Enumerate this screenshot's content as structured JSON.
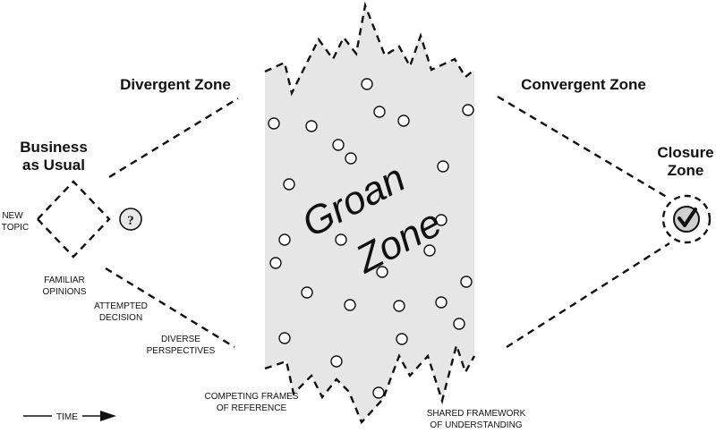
{
  "zones": {
    "business": [
      "Business",
      "as Usual"
    ],
    "divergent": "Divergent Zone",
    "groan": [
      "Groan",
      "Zone"
    ],
    "convergent": "Convergent Zone",
    "closure": [
      "Closure",
      "Zone"
    ]
  },
  "labels": {
    "new_topic": [
      "NEW",
      "TOPIC"
    ],
    "familiar": [
      "FAMILIAR",
      "OPINIONS"
    ],
    "attempted": [
      "ATTEMPTED",
      "DECISION"
    ],
    "diverse": [
      "DIVERSE",
      "PERSPECTIVES"
    ],
    "competing": [
      "COMPETING FRAMES",
      "OF REFERENCE"
    ],
    "shared": [
      "SHARED FRAMEWORK",
      "OF UNDERSTANDING"
    ],
    "time": "TIME"
  },
  "icons": {
    "question": "?",
    "check": "✔"
  },
  "colors": {
    "groan_fill": "#e6e6e6",
    "line": "#111111"
  }
}
